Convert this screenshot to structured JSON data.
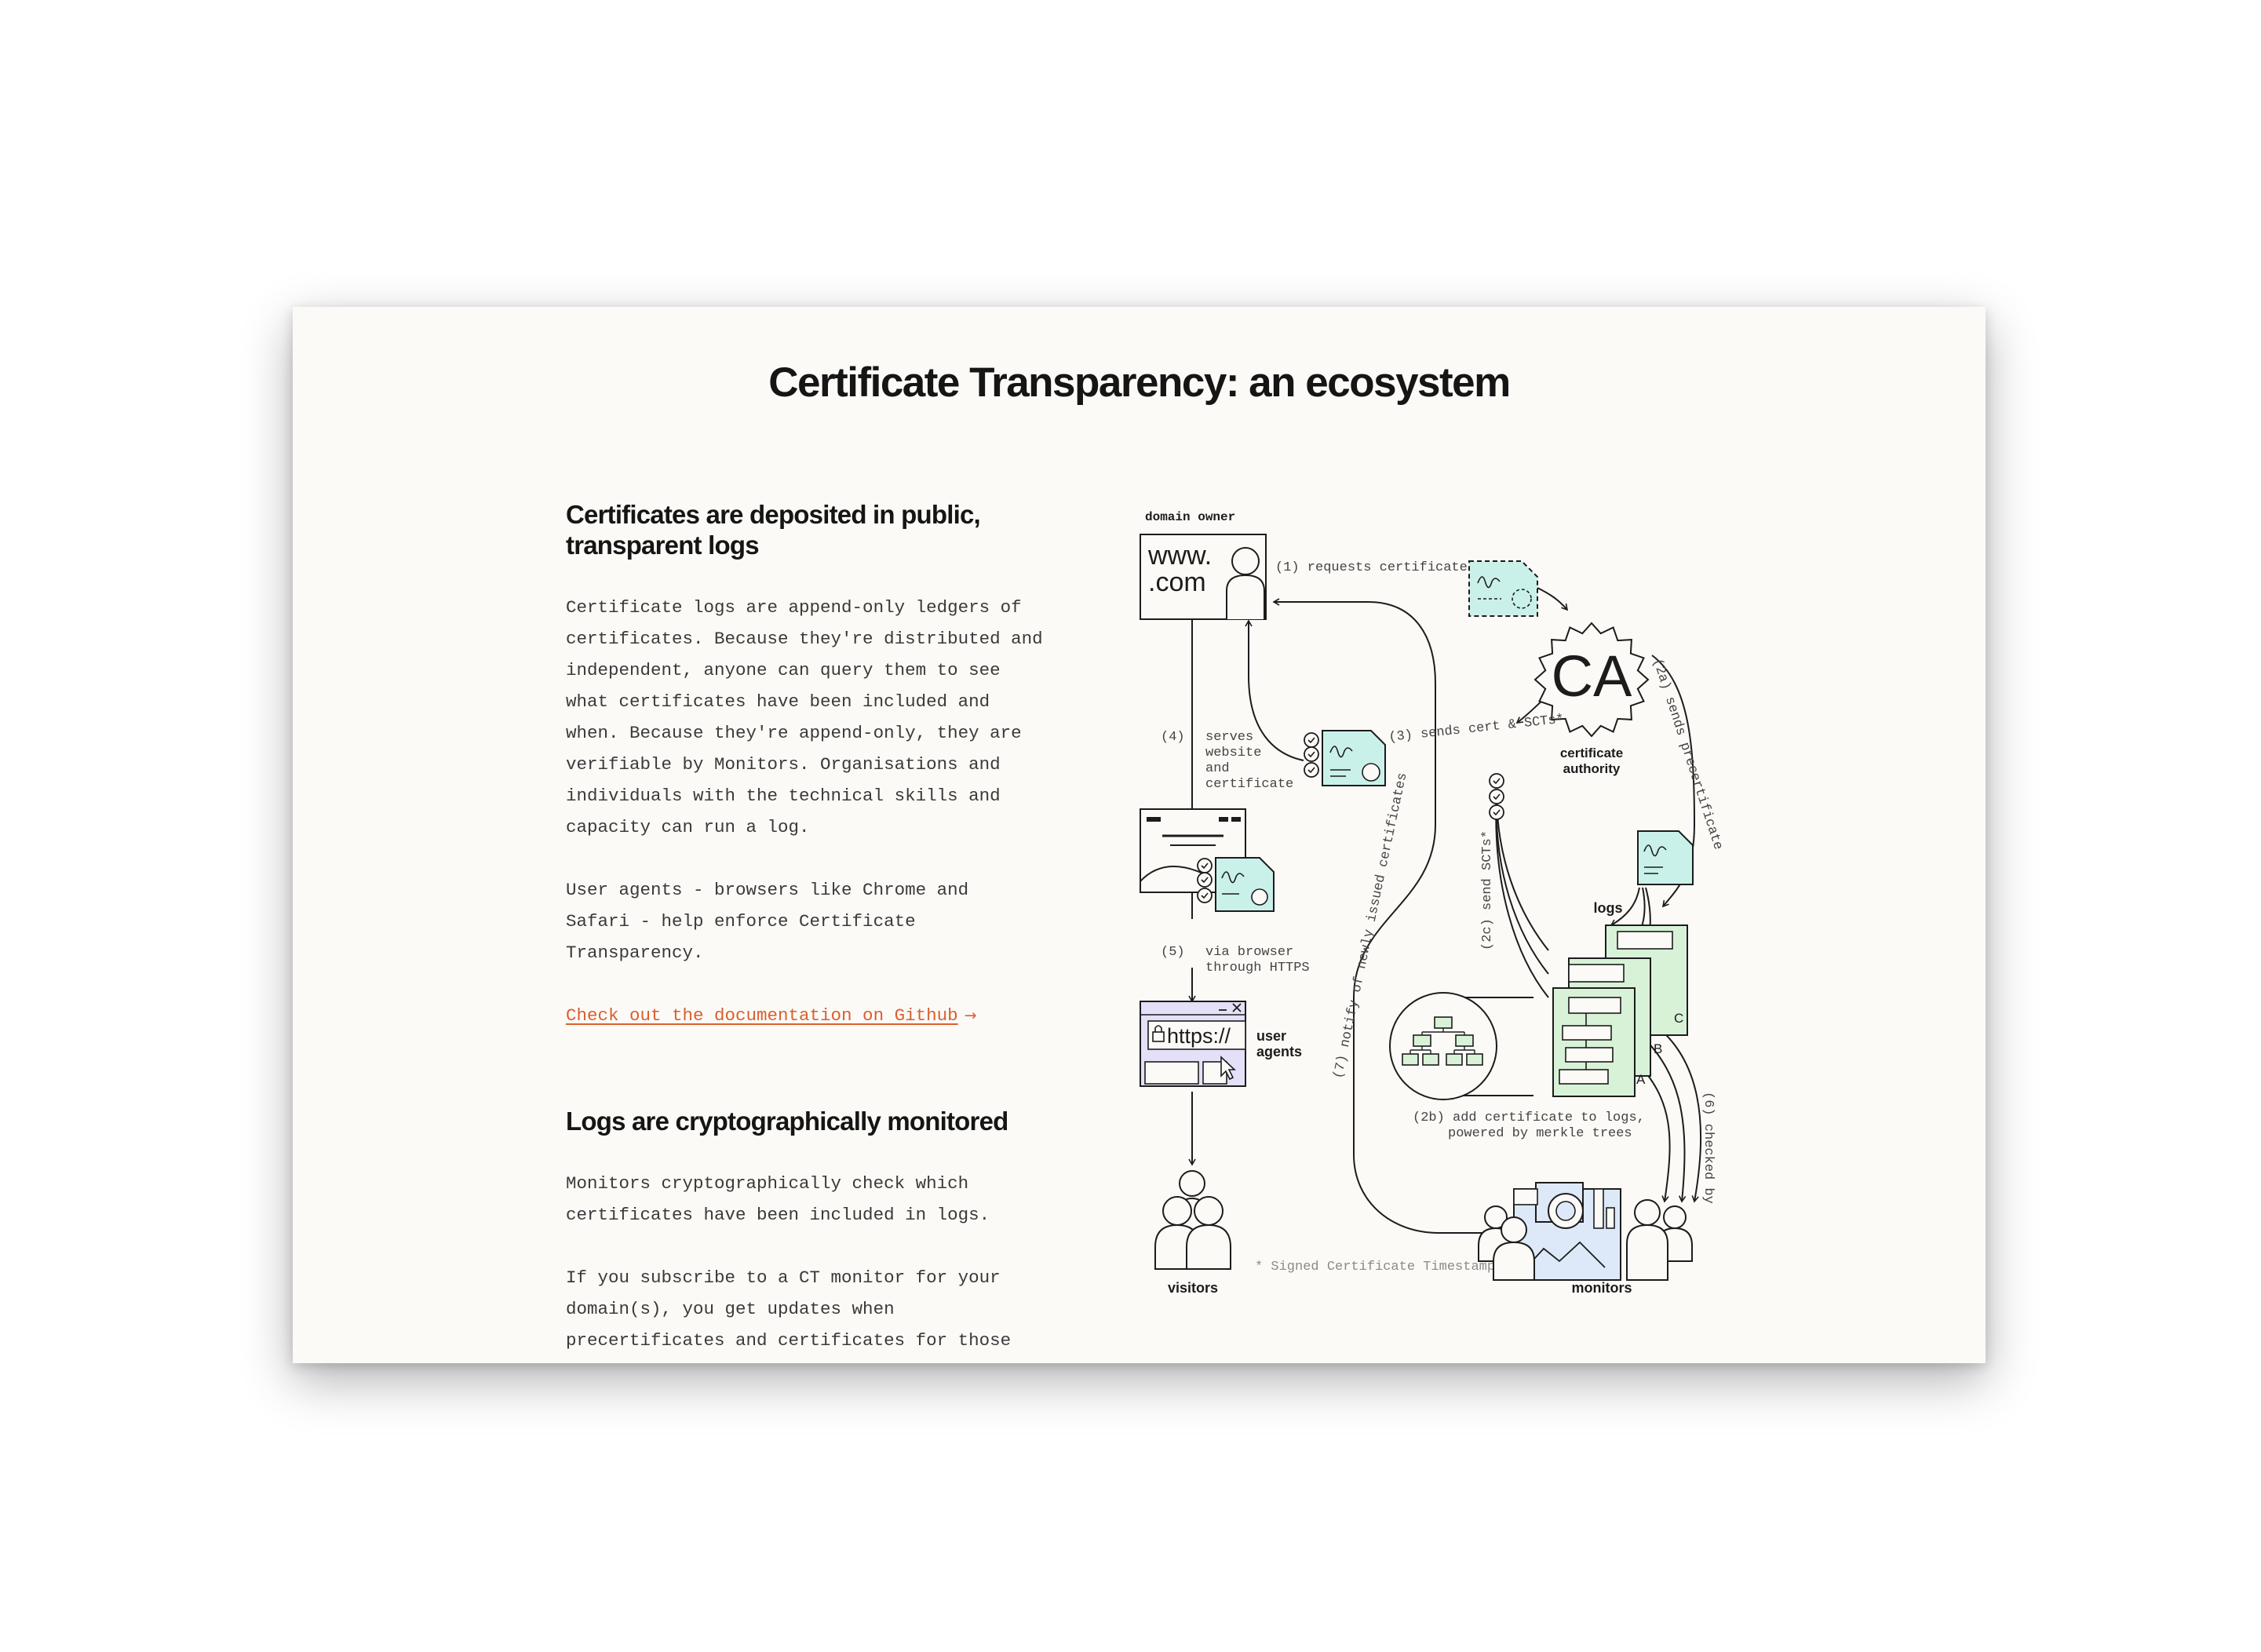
{
  "page": {
    "title": "Certificate Transparency: an ecosystem"
  },
  "section1": {
    "heading_line1": "Certificates are deposited in public,",
    "heading_line2": "transparent logs",
    "para1": [
      "Certificate logs are append-only ledgers of",
      "certificates. Because they're distributed and",
      "independent, anyone can query them to see",
      "what certificates have been included and",
      "when. Because they're append-only, they are",
      "verifiable by Monitors. Organisations and",
      "individuals with the technical skills and",
      "capacity can run a log."
    ],
    "para2": [
      "User agents - browsers like Chrome and",
      "Safari - help enforce Certificate",
      "Transparency."
    ],
    "link_label": "Check out the documentation on Github",
    "link_arrow": "→"
  },
  "section2": {
    "heading": "Logs are cryptographically monitored",
    "para1": [
      "Monitors cryptographically check which",
      "certificates have been included in logs."
    ],
    "para2": [
      "If you subscribe to a CT monitor for your",
      "domain(s), you get updates when",
      "precertificates and certificates for those"
    ]
  },
  "diagram": {
    "domain_owner_label": "domain owner",
    "www_line1": "www.",
    "www_line2": ".com",
    "step1": "(1) requests certificate",
    "ca_text": "CA",
    "ca_label_line1": "certificate",
    "ca_label_line2": "authority",
    "step2a": "(2a) sends precertificate",
    "step3": "(3) sends cert & SCTs*",
    "step4_num": "(4)",
    "step4_text": [
      "serves",
      "website",
      "and",
      "certificate"
    ],
    "step5_num": "(5)",
    "step5_text": [
      "via browser",
      "through HTTPS"
    ],
    "https_text": "https://",
    "user_agents_line1": "user",
    "user_agents_line2": "agents",
    "visitors_label": "visitors",
    "step2c": "(2c) send SCTs*",
    "step7": "(7) notify of newly issued certificates",
    "logs_label": "logs",
    "log_a": "A",
    "log_b": "B",
    "log_c": "C",
    "step2b_line1": "(2b) add certificate to logs,",
    "step2b_line2": "powered by merkle trees",
    "step6": "(6) checked by",
    "sct_footnote": "* Signed Certificate Timestamp",
    "monitors_label": "monitors",
    "colors": {
      "cert_teal": "#c9f1ea",
      "logs_green": "#d8f2d7",
      "browser_lavender": "#e3e0f8",
      "monitor_blue": "#dde9f8",
      "link_orange": "#d9602e",
      "ink": "#1c1c1c"
    }
  }
}
